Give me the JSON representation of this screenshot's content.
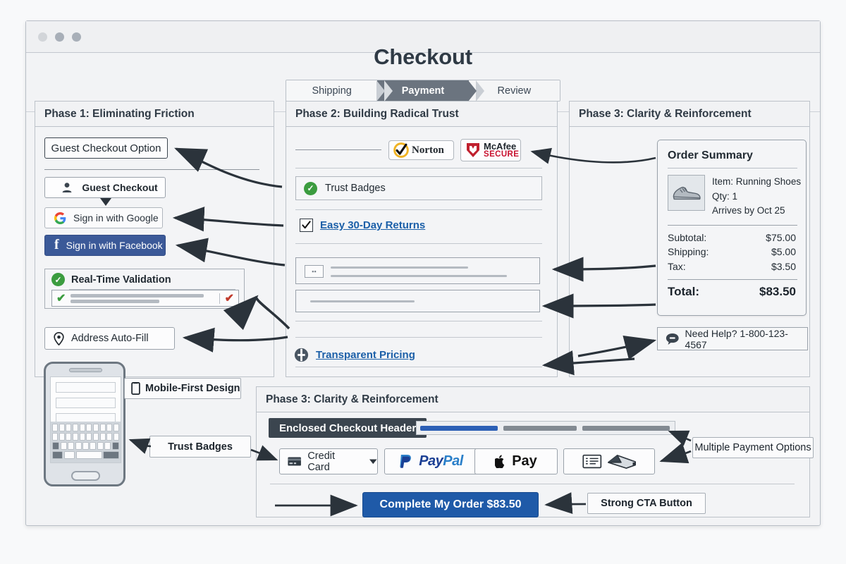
{
  "window": {
    "title": "Checkout",
    "dots": [
      "window-dot-1",
      "window-dot-2",
      "window-dot-3"
    ]
  },
  "stepper": {
    "steps": [
      {
        "label": "Shipping",
        "state": "done"
      },
      {
        "label": "Payment",
        "state": "active"
      },
      {
        "label": "Review",
        "state": "upcoming"
      }
    ]
  },
  "panels": {
    "phase1": {
      "title": "Phase 1: Eliminating Friction"
    },
    "phase2": {
      "title": "Phase 2: Building Radical Trust"
    },
    "phase3": {
      "title": "Phase 3: Clarity & Reinforcement"
    },
    "phase4": {
      "title": "Phase 3: Clarity & Reinforcement"
    }
  },
  "phase1": {
    "guest_checkout_option": "Guest Checkout Option",
    "guest_checkout_button": "Guest Checkout",
    "google_signin": "Sign in with Google",
    "facebook_signin": "Sign in with Facebook",
    "realtime_validation": "Real-Time Validation",
    "address_autofill": "Address Auto-Fill"
  },
  "phase2": {
    "norton_badge": "Norton",
    "mcafee_line1": "McAfee",
    "mcafee_line2": "SECURE",
    "trust_badges": "Trust Badges",
    "easy_returns": "Easy 30-Day Returns",
    "transparent_pricing": "Transparent Pricing"
  },
  "order_summary": {
    "title": "Order Summary",
    "item": "Item: Running Shoes",
    "qty": "Qty: 1",
    "arrives": "Arrives by Oct 25",
    "lines": [
      {
        "label": "Subtotal:",
        "value": "$75.00"
      },
      {
        "label": "Shipping:",
        "value": "$5.00"
      },
      {
        "label": "Tax:",
        "value": "$3.50"
      }
    ],
    "total_label": "Total:",
    "total_value": "$83.50"
  },
  "need_help": "Need Help? 1-800-123-4567",
  "bottom": {
    "enclosed_header": "Enclosed Checkout Header",
    "credit_card": "Credit Card",
    "paypal_pay": "Pay",
    "paypal_pal": "Pal",
    "apple_pay": "Pay",
    "cta": "Complete My Order $83.50"
  },
  "callouts": {
    "mobile_first": "Mobile-First Design",
    "trust_badges": "Trust Badges",
    "multiple_payment": "Multiple Payment Options",
    "strong_cta": "Strong CTA Button"
  },
  "colors": {
    "accent_blue": "#1f5aa8",
    "facebook_blue": "#3b5998",
    "link_blue": "#1b5fa8",
    "success_green": "#3b9c3f",
    "error_red": "#c0392b",
    "mcafee_red": "#c8102e",
    "dark_slate": "#3b454f"
  }
}
